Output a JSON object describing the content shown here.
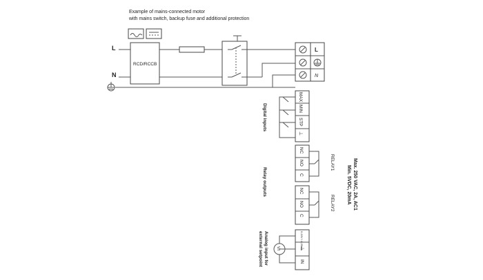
{
  "caption": {
    "line1": "Example of mains-connected motor",
    "line2": "with mains switch, backup fuse and additional protection"
  },
  "mains": {
    "line_label": "L",
    "neutral_label": "N",
    "earth_symbol": "earth-icon",
    "rcd_label": "RCD/RCCB"
  },
  "motor_terminal": {
    "line_label": "L",
    "neutral_label": "N",
    "earth_symbol": "earth-icon"
  },
  "digital_inputs": {
    "group_label": "Digital inputs",
    "terminals": [
      "MAX",
      "MIN",
      "STP",
      "⊥"
    ]
  },
  "relay_outputs": {
    "group_label": "Relay outputs",
    "rating_line1": "Max. 250 VAC, 2A, AC1",
    "rating_line2": "Min. 5VDC, 20mA",
    "relay1": {
      "label": "RELAY1",
      "terminals": [
        "NC",
        "NO",
        "C"
      ]
    },
    "relay2": {
      "label": "RELAY2",
      "terminals": [
        "NC",
        "NO",
        "C"
      ]
    }
  },
  "analog_input": {
    "group_label_line1": "Analog input for",
    "group_label_line2": "external setpoint",
    "terminals": [
      "0-10V / 4-20mA",
      "⊥",
      "IN"
    ],
    "device_label": "V/I"
  }
}
